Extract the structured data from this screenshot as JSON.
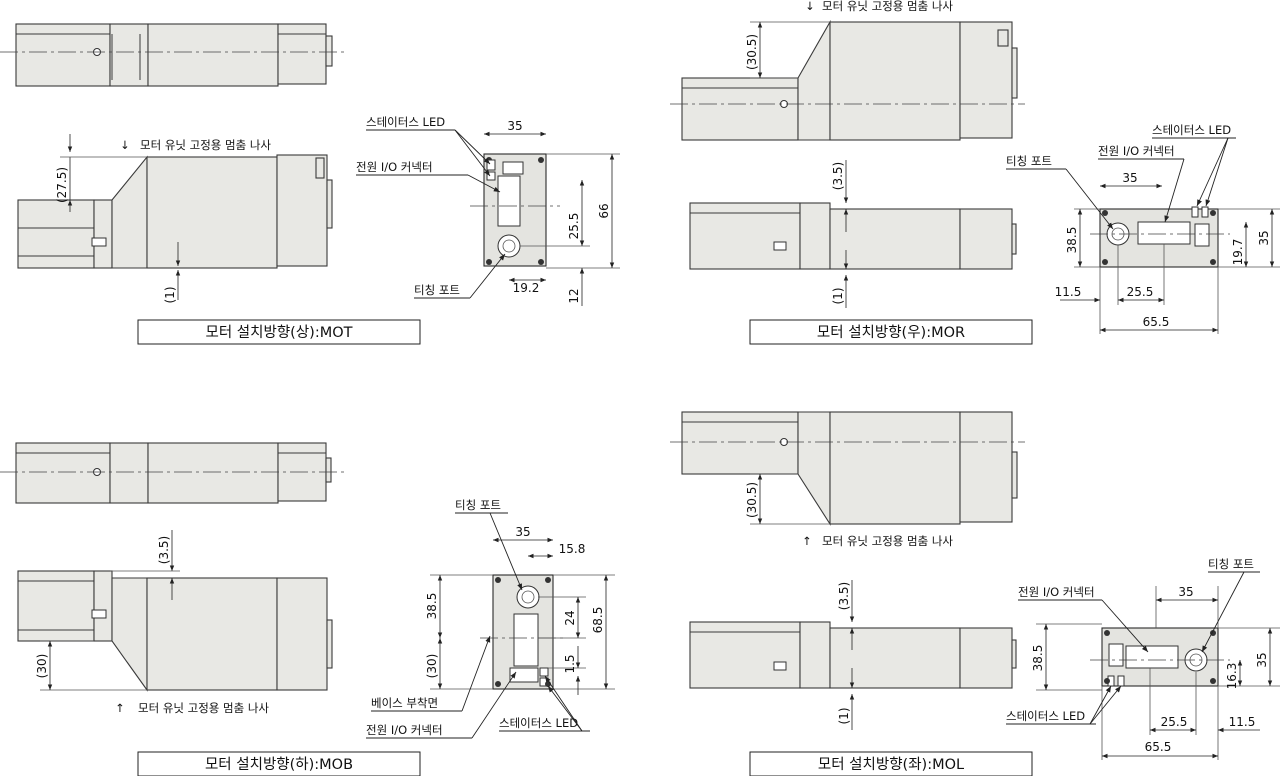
{
  "views": {
    "top": {
      "caption": "모터 설치방향(상):MOT",
      "stopper_note": "모터 유닛 고정용 멈춤 나사",
      "arrow": "↓",
      "labels": {
        "status_led": "스테이터스 LED",
        "power_io": "전원 I/O 커넥터",
        "teaching_port": "티칭 포트"
      },
      "dims": {
        "offset": "(27.5)",
        "gap": "(1)",
        "width": "35",
        "height": "66",
        "connector": "25.5",
        "port_x": "19.2",
        "port_y": "12"
      }
    },
    "right": {
      "caption": "모터 설치방향(우):MOR",
      "stopper_note": "모터 유닛 고정용 멈춤 나사",
      "arrow": "↓",
      "labels": {
        "status_led": "스테이터스 LED",
        "power_io": "전원 I/O 커넥터",
        "teaching_port": "티칭 포트"
      },
      "dims": {
        "offset": "(30.5)",
        "gap_top": "(3.5)",
        "gap": "(1)",
        "width": "35",
        "height": "38.5",
        "right_h": "35",
        "led_h": "19.7",
        "left_off": "11.5",
        "connector": "25.5",
        "total": "65.5"
      }
    },
    "bottom": {
      "caption": "모터 설치방향(하):MOB",
      "stopper_note": "모터 유닛 고정용 멈춤 나사",
      "arrow": "↑",
      "labels": {
        "teaching_port": "티칭 포트",
        "base_face": "베이스 부착면",
        "power_io": "전원 I/O 커넥터",
        "status_led": "스테이터스 LED"
      },
      "dims": {
        "gap_top": "(3.5)",
        "offset": "(30)",
        "width": "35",
        "port_x": "15.8",
        "upper": "38.5",
        "lower": "(30)",
        "connector": "24",
        "led": "1.5",
        "height": "68.5"
      }
    },
    "left": {
      "caption": "모터 설치방향(좌):MOL",
      "stopper_note": "모터 유닛 고정용 멈춤 나사",
      "arrow": "↑",
      "labels": {
        "teaching_port": "티칭 포트",
        "power_io": "전원 I/O 커넥터",
        "status_led": "스테이터스 LED"
      },
      "dims": {
        "offset": "(30.5)",
        "gap_top": "(3.5)",
        "gap": "(1)",
        "width": "35",
        "height": "38.5",
        "right_h": "35",
        "port_h": "16.3",
        "connector": "25.5",
        "right_off": "11.5",
        "total": "65.5"
      }
    }
  }
}
